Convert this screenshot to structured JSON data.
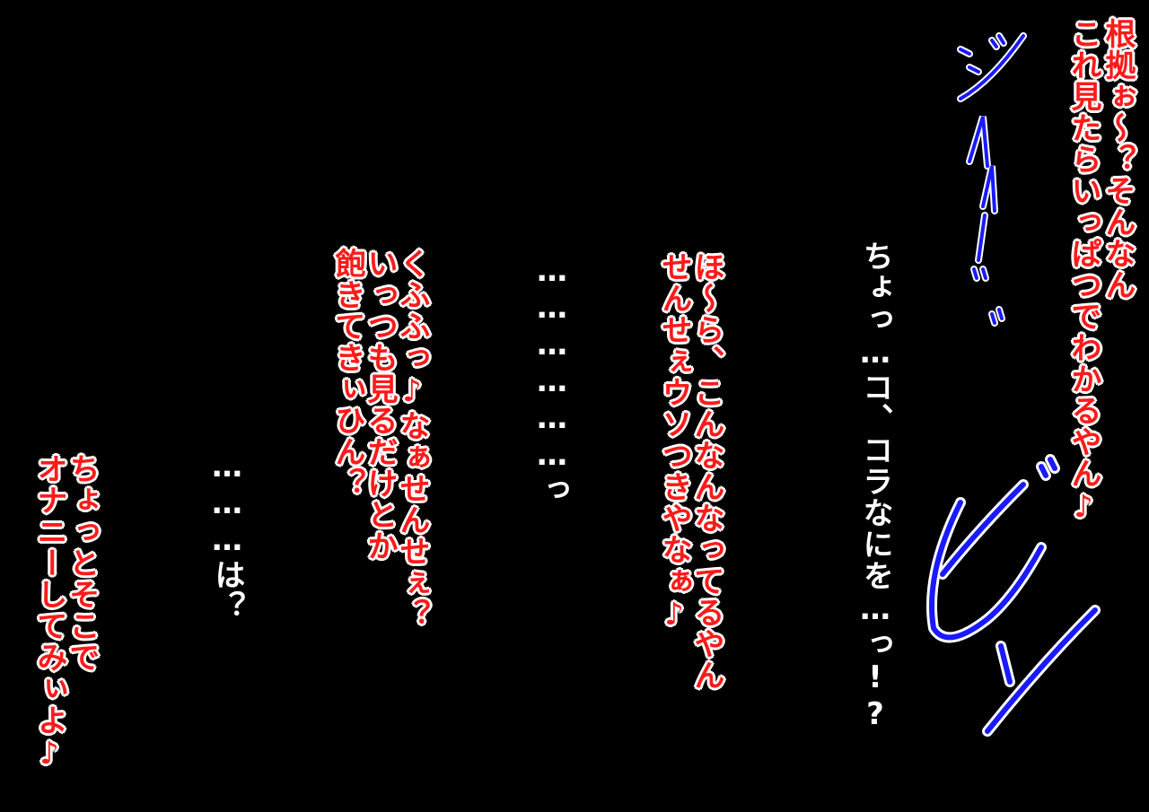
{
  "colors": {
    "background": "#000000",
    "dialogue_red": "#ff1a1a",
    "dialogue_outline": "#ffffff",
    "narration_white": "#ffffff",
    "sfx_blue": "#1a1aff",
    "sfx_outline": "#ffffff"
  },
  "speech": {
    "evidence_line1": "根拠ぉ～？そんなん",
    "evidence_line2": "これ見たらいっぱつでわかるやん♪",
    "wait_line": "ちょっ…コ、コラなにを…っ!?",
    "see_line1": "ほ～ら、こんなんなってるやん",
    "see_line2": "せんせぇウソつきやなぁ♪",
    "silence_line": "………………っ",
    "kufufu_line1": "くふふっ♪なぁせんせぇ？",
    "kufufu_line2": "いっつも見るだけとか",
    "kufufu_line3": "飽きてきぃひん？",
    "ha_line": "………は？",
    "onani_line1": "ちょっとそこで",
    "onani_line2": "オナニーしてみぃよ♪"
  },
  "sound_effects": {
    "zip_sound": "zipper-sfx",
    "pull_sound": "pull-sfx"
  }
}
